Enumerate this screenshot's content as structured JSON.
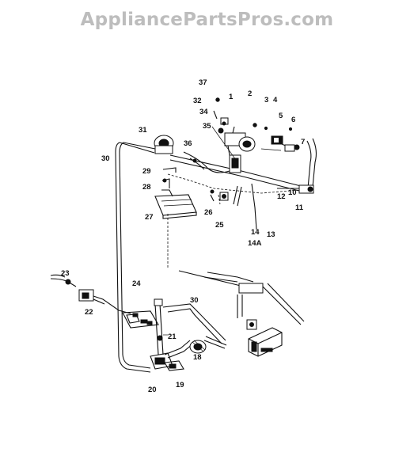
{
  "watermark": "AppliancePartsPros.com",
  "labels": [
    "37",
    "32",
    "1",
    "2",
    "3",
    "4",
    "34",
    "35",
    "5",
    "6",
    "7",
    "31",
    "36",
    "30",
    "29",
    "28",
    "27",
    "26",
    "25",
    "14",
    "14A",
    "13",
    "12",
    "10",
    "11",
    "23",
    "24",
    "22",
    "30",
    "21",
    "18",
    "20",
    "19"
  ]
}
